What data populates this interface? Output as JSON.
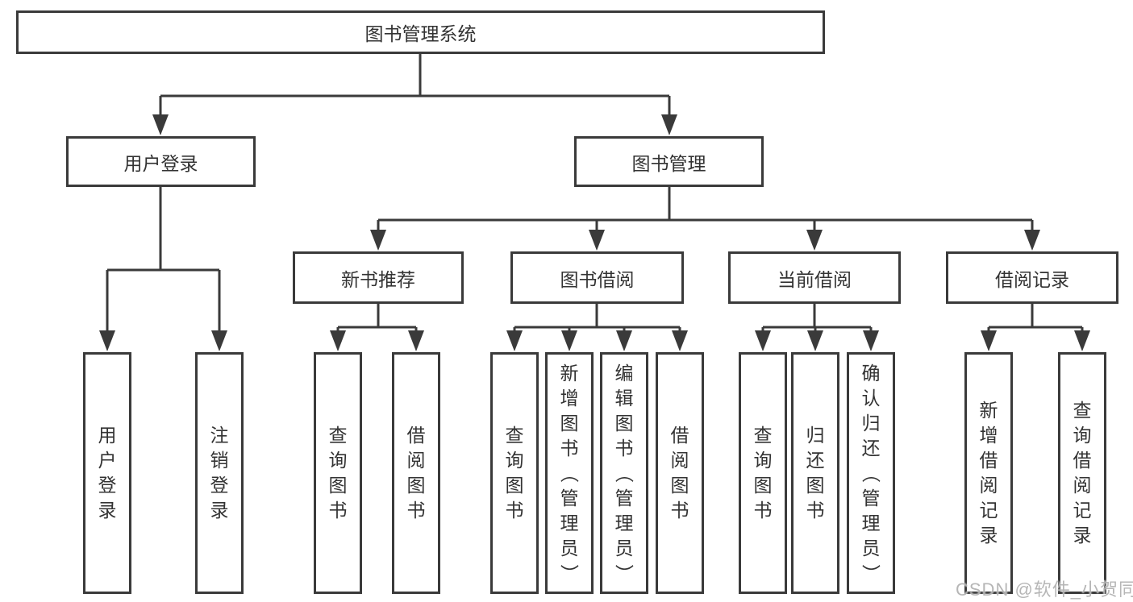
{
  "colors": {
    "line": "#3a3a3a",
    "text": "#333333",
    "watermark": "#b3b3b3"
  },
  "diagram": {
    "root": "图书管理系统",
    "user_login": {
      "label": "用户登录",
      "children": [
        "用户登录",
        "注销登录"
      ]
    },
    "book_mgmt": {
      "label": "图书管理",
      "sections": [
        {
          "label": "新书推荐",
          "children": [
            "查询图书",
            "借阅图书"
          ]
        },
        {
          "label": "图书借阅",
          "children": [
            "查询图书",
            "新增图书（管理员）",
            "编辑图书（管理员）",
            "借阅图书"
          ]
        },
        {
          "label": "当前借阅",
          "children": [
            "查询图书",
            "归还图书",
            "确认归还（管理员）"
          ]
        },
        {
          "label": "借阅记录",
          "children": [
            "新增借阅记录",
            "查询借阅记录"
          ]
        }
      ]
    },
    "watermark": "CSDN @软件_小贺同学"
  }
}
